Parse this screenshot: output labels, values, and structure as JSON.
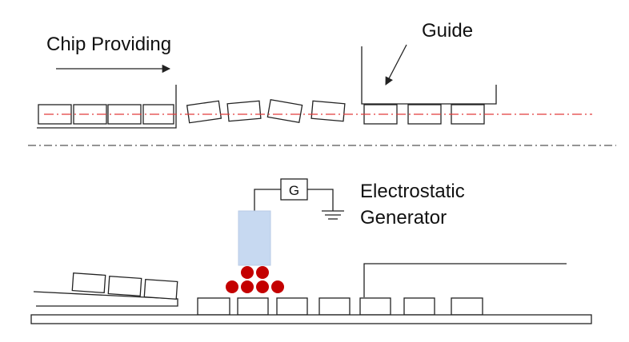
{
  "labels": {
    "chip_providing": "Chip Providing",
    "guide": "Guide",
    "generator_symbol": "G",
    "electrostatic_line1": "Electrostatic",
    "electrostatic_line2": "Generator"
  },
  "colors": {
    "line": "#222222",
    "centerline": "#e23c3c",
    "divider": "#555555",
    "electrode_fill": "#c7d9f1",
    "charge": "#c40000"
  }
}
